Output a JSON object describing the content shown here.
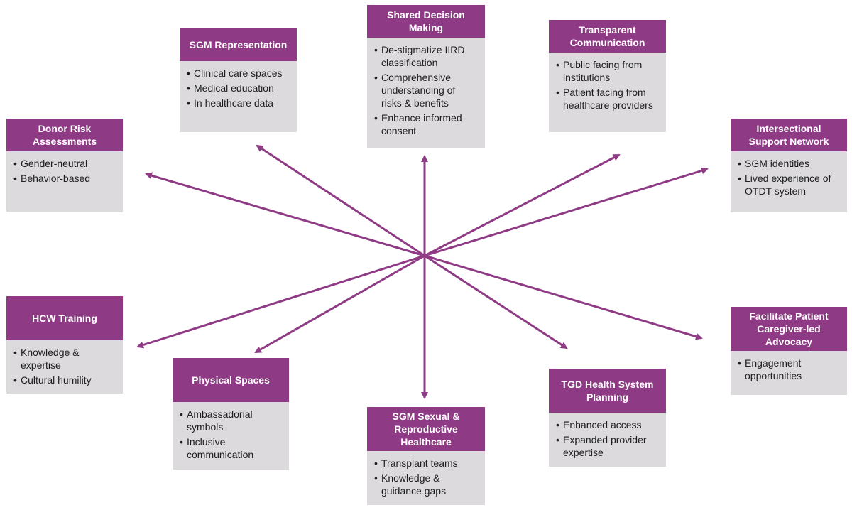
{
  "colors": {
    "accent": "#8e3a84",
    "card_body": "#dcdadd",
    "text": "#1e1e1e"
  },
  "center_icon": "hub-arrows",
  "cards": {
    "shared_decision_making": {
      "title": "Shared Decision Making",
      "items": [
        "De-stigmatize IIRD classification",
        "Comprehensive understanding of risks & benefits",
        "Enhance informed consent"
      ]
    },
    "sgm_representation": {
      "title": "SGM Representation",
      "items": [
        "Clinical care spaces",
        "Medical education",
        "In healthcare data"
      ]
    },
    "transparent_communication": {
      "title": "Transparent Communication",
      "items": [
        "Public facing from institutions",
        "Patient facing from healthcare providers"
      ]
    },
    "donor_risk_assessments": {
      "title": "Donor Risk Assessments",
      "items": [
        "Gender-neutral",
        "Behavior-based"
      ]
    },
    "intersectional_support_network": {
      "title": "Intersectional Support Network",
      "items": [
        "SGM identities",
        "Lived experience of OTDT system"
      ]
    },
    "hcw_training": {
      "title": "HCW Training",
      "items": [
        "Knowledge & expertise",
        "Cultural humility"
      ]
    },
    "facilitate_patient_caregiver_advocacy": {
      "title": "Facilitate Patient Caregiver-led Advocacy",
      "items": [
        "Engagement opportunities"
      ]
    },
    "physical_spaces": {
      "title": "Physical Spaces",
      "items": [
        "Ambassadorial symbols",
        "Inclusive communication"
      ]
    },
    "tgd_health_system_planning": {
      "title": "TGD Health System Planning",
      "items": [
        "Enhanced access",
        "Expanded provider expertise"
      ]
    },
    "sgm_sexual_reproductive_healthcare": {
      "title": "SGM Sexual & Reproductive Healthcare",
      "items": [
        "Transplant teams",
        "Knowledge & guidance gaps"
      ]
    }
  }
}
